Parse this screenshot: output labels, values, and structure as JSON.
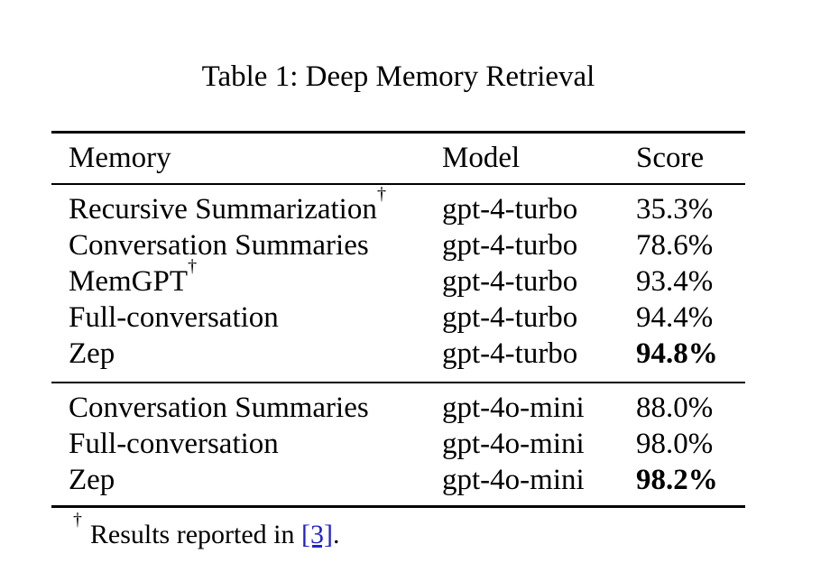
{
  "caption": "Table 1: Deep Memory Retrieval",
  "colors": {
    "text": "#000000",
    "link": "#2222cc",
    "background": "#ffffff",
    "rule": "#000000"
  },
  "table": {
    "headers": [
      "Memory",
      "Model",
      "Score"
    ],
    "sections": [
      {
        "rows": [
          {
            "memory": "Recursive Summarization",
            "memory_sup": "†",
            "model": "gpt-4-turbo",
            "score": "35.3%"
          },
          {
            "memory": "Conversation Summaries",
            "memory_sup": "",
            "model": "gpt-4-turbo",
            "score": "78.6%"
          },
          {
            "memory": "MemGPT",
            "memory_sup": "†",
            "model": "gpt-4-turbo",
            "score": "93.4%"
          },
          {
            "memory": "Full-conversation",
            "memory_sup": "",
            "model": "gpt-4-turbo",
            "score": "94.4%"
          },
          {
            "memory": "Zep",
            "memory_sup": "",
            "model": "gpt-4-turbo",
            "score": "94.8%"
          }
        ]
      },
      {
        "rows": [
          {
            "memory": "Conversation Summaries",
            "memory_sup": "",
            "model": "gpt-4o-mini",
            "score": "88.0%"
          },
          {
            "memory": "Full-conversation",
            "memory_sup": "",
            "model": "gpt-4o-mini",
            "score": "98.0%"
          },
          {
            "memory": "Zep",
            "memory_sup": "",
            "model": "gpt-4o-mini",
            "score": "98.2%"
          }
        ]
      }
    ]
  },
  "footnote": {
    "marker": "†",
    "text": "Results reported in ",
    "citation": "[3]",
    "suffix": "."
  }
}
